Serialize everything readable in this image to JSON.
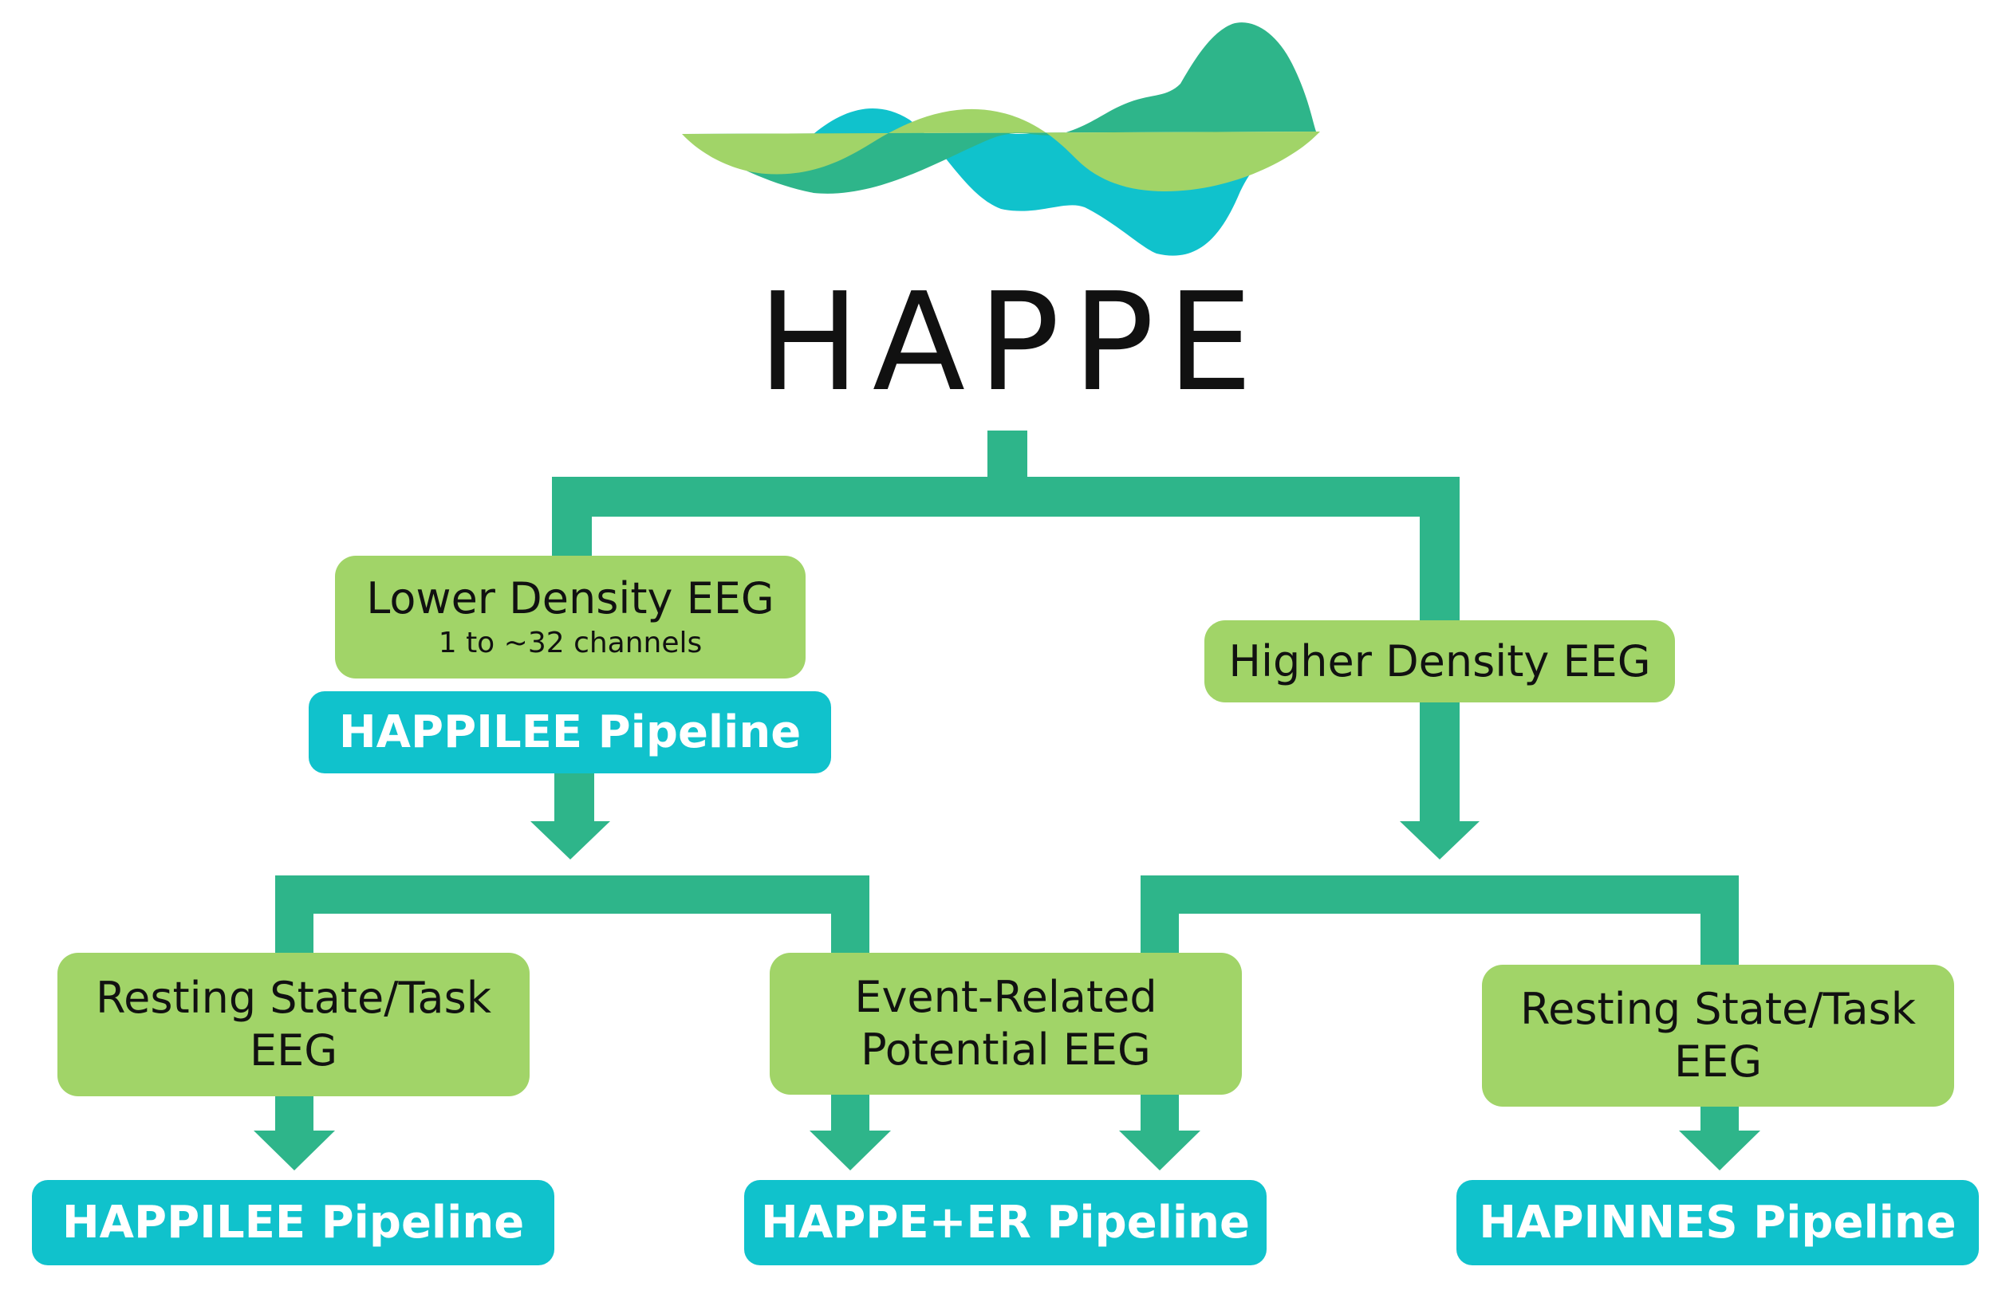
{
  "title": "HAPPE",
  "colors": {
    "connector": "#2eb58a",
    "category_box": "#a1d468",
    "pipeline_box": "#10c2cc",
    "logo_dark_green": "#2eb58a",
    "logo_light_green": "#a1d468",
    "logo_teal": "#10c2cc"
  },
  "logo": {
    "icon": "eeg-wave-logo-icon"
  },
  "lower_density": {
    "title": "Lower Density EEG",
    "subtitle": "1 to ~32 channels",
    "pipeline": "HAPPILEE Pipeline"
  },
  "higher_density": {
    "title": "Higher Density EEG"
  },
  "leaves": {
    "low_resting": {
      "line1": "Resting State/Task",
      "line2": "EEG",
      "pipeline": "HAPPILEE Pipeline"
    },
    "erp": {
      "line1": "Event-Related",
      "line2": "Potential EEG",
      "pipeline": "HAPPE+ER Pipeline"
    },
    "high_resting": {
      "line1": "Resting State/Task",
      "line2": "EEG",
      "pipeline": "HAPINNES Pipeline"
    }
  }
}
